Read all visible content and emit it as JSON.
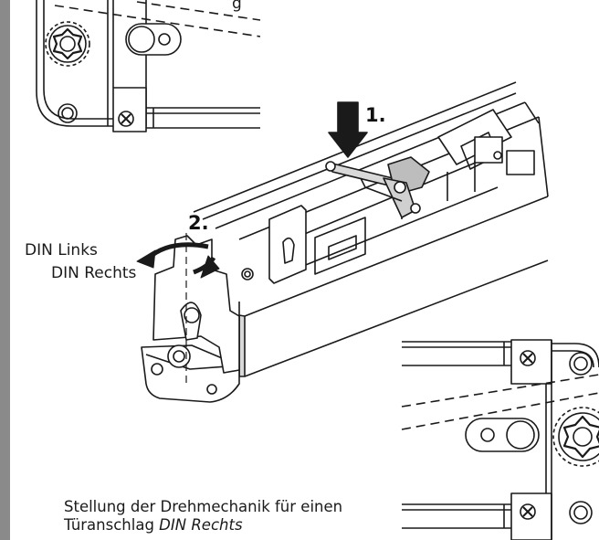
{
  "labels": {
    "top_fragment": "g",
    "step_1": "1.",
    "step_2": "2.",
    "din_links": "DIN Links",
    "din_rechts": "DIN Rechts"
  },
  "caption": {
    "line1": "Stellung der Drehmechanik für einen",
    "line2_prefix": "Türanschlag ",
    "line2_emphasis": "DIN Rechts"
  },
  "colors": {
    "side_bar": "#8a8a8a",
    "line": "#1a1a1a",
    "metal_fill": "#ffffff",
    "shade": "#d9d9d9"
  }
}
